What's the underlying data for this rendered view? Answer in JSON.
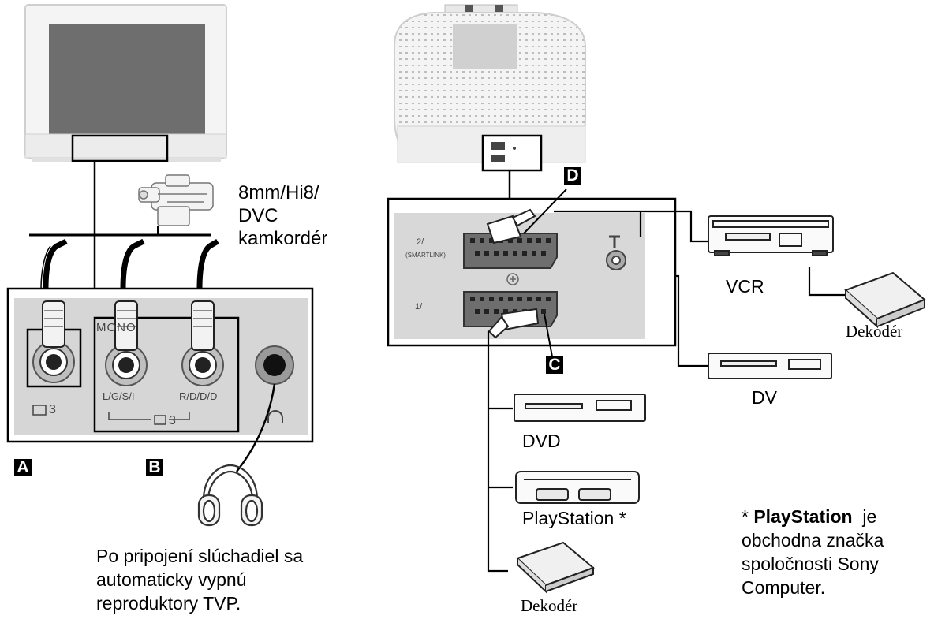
{
  "camcorder": {
    "lines": [
      "8mm/Hi8/",
      "DVC",
      "kamkordér"
    ]
  },
  "badges": {
    "a": "A",
    "b": "B",
    "c": "C",
    "d": "D"
  },
  "side_panel": {
    "mono_label": "MONO",
    "left_label": "L/G/S/I",
    "right_label": "R/D/D/D",
    "input_number": "3",
    "sub_input_number": "3"
  },
  "rear_panel": {
    "scart2_label": "2/",
    "scart2_sub": "(SMARTLINK)",
    "scart1_label": "1/"
  },
  "devices": {
    "vcr": "VCR",
    "decoder_right": "Dekodér",
    "dvd_right": "DV",
    "dvd_left": "DVD",
    "playstation": "PlayStation *",
    "decoder_bottom": "Dekodér"
  },
  "headphone_note": [
    "Po pripojení slúchadiel sa",
    "automaticky vypnú",
    "reproduktory TVP."
  ],
  "trademark_note": {
    "line1_prefix": "* ",
    "line1_bold": "PlayStation",
    "line1_suffix": "  je",
    "line2": "obchodna značka",
    "line3": "spoločnosti Sony",
    "line4": "Computer."
  }
}
